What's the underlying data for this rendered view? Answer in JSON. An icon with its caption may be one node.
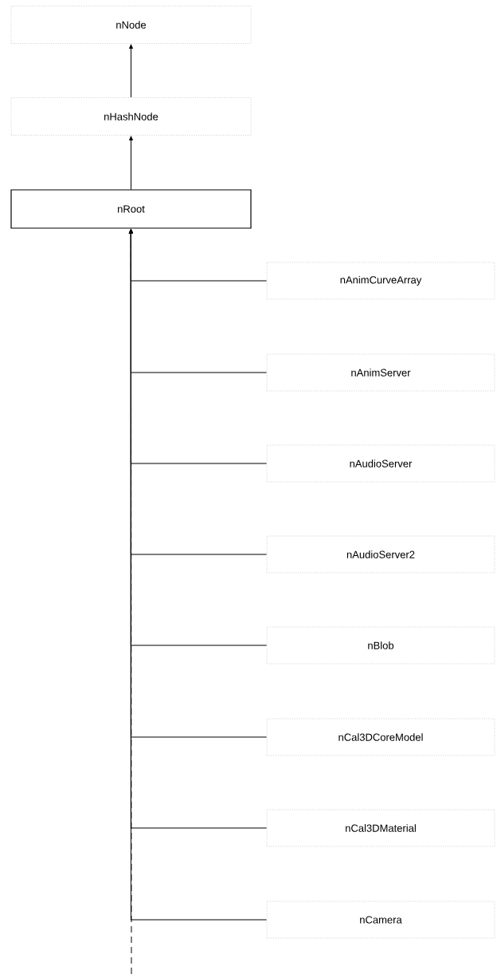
{
  "diagram": {
    "nodes": [
      {
        "text": [
          "nNode"
        ]
      },
      {
        "text": [
          "nHashNode"
        ]
      },
      {
        "text": [
          "nRoot"
        ]
      },
      {
        "text": [
          "nAnimCurveArray"
        ]
      },
      {
        "text": [
          "nAnimServer"
        ]
      },
      {
        "text": [
          "nAudioServer"
        ]
      },
      {
        "text": [
          "nAudioServer2"
        ]
      },
      {
        "text": [
          "nBlob"
        ]
      },
      {
        "text": [
          "nCal3DCoreModel"
        ]
      },
      {
        "text": [
          "nCal3DMaterial"
        ]
      },
      {
        "text": [
          "nCamera"
        ]
      }
    ],
    "edges": [
      {
        "from": 1,
        "to": 0,
        "arrow": "to"
      },
      {
        "from": 2,
        "to": 1,
        "arrow": "to"
      },
      {
        "from": 3,
        "to": 2,
        "arrow": "to"
      },
      {
        "from": 4,
        "to": 2,
        "arrow": "to"
      },
      {
        "from": 5,
        "to": 2,
        "arrow": "to"
      },
      {
        "from": 6,
        "to": 2,
        "arrow": "to"
      },
      {
        "from": 7,
        "to": 2,
        "arrow": "to"
      },
      {
        "from": 8,
        "to": 2,
        "arrow": "to"
      },
      {
        "from": 9,
        "to": 2,
        "arrow": "to"
      },
      {
        "from": 10,
        "to": 2,
        "arrow": "to"
      },
      {
        "from": null,
        "to": 2,
        "arrow": "to",
        "style": "dashed"
      }
    ]
  }
}
